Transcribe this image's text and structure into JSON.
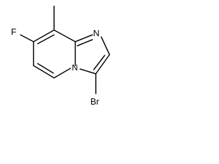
{
  "molecule": {
    "atoms": {
      "fluorine": "F",
      "imidazole_nitrogen": "N",
      "bridgehead_nitrogen": "N",
      "bromine": "Br"
    }
  }
}
